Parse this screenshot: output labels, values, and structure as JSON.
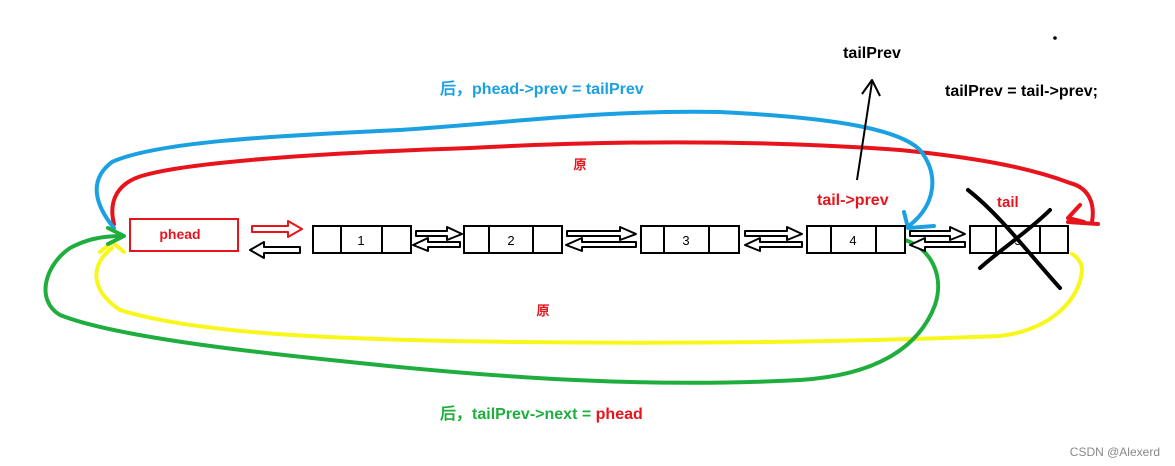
{
  "labels": {
    "after_prev_prefix": "后，",
    "after_prev_expr": "phead->prev = tailPrev",
    "after_next_prefix": "后，",
    "after_next_expr": "tailPrev->next = ",
    "after_next_target": "phead",
    "orig_top": "原",
    "orig_bottom": "原",
    "tailprev_top": "tailPrev",
    "tailprev_assign": "tailPrev = tail->prev;",
    "tail_prev_ref": "tail->prev",
    "tail_ref": "tail",
    "watermark": "CSDN @Alexerd"
  },
  "nodes": {
    "head": "phead",
    "n1": "1",
    "n2": "2",
    "n3": "3",
    "n4": "4",
    "n5": "5"
  },
  "colors": {
    "blue": "#1ba1e2",
    "red": "#e8141c",
    "green": "#1fae3e",
    "yellow": "#f7f71c",
    "black": "#000000",
    "watermark": "#888888"
  }
}
